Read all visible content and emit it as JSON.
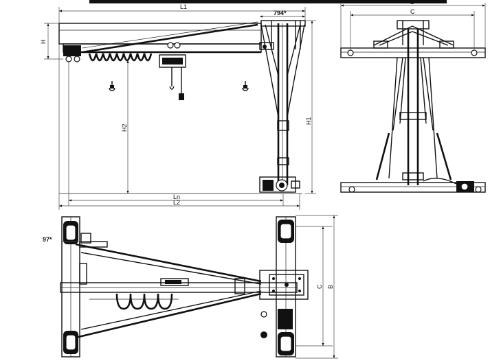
{
  "dimensions": {
    "L1": "L1",
    "offset_794": "794*",
    "H": "H",
    "H1": "H1",
    "H2": "H2",
    "Ln": "Ln",
    "L2": "L2",
    "angle_97": "97*",
    "B_side": "B",
    "C_side": "C",
    "C_plan": "C",
    "B_plan": "B"
  }
}
